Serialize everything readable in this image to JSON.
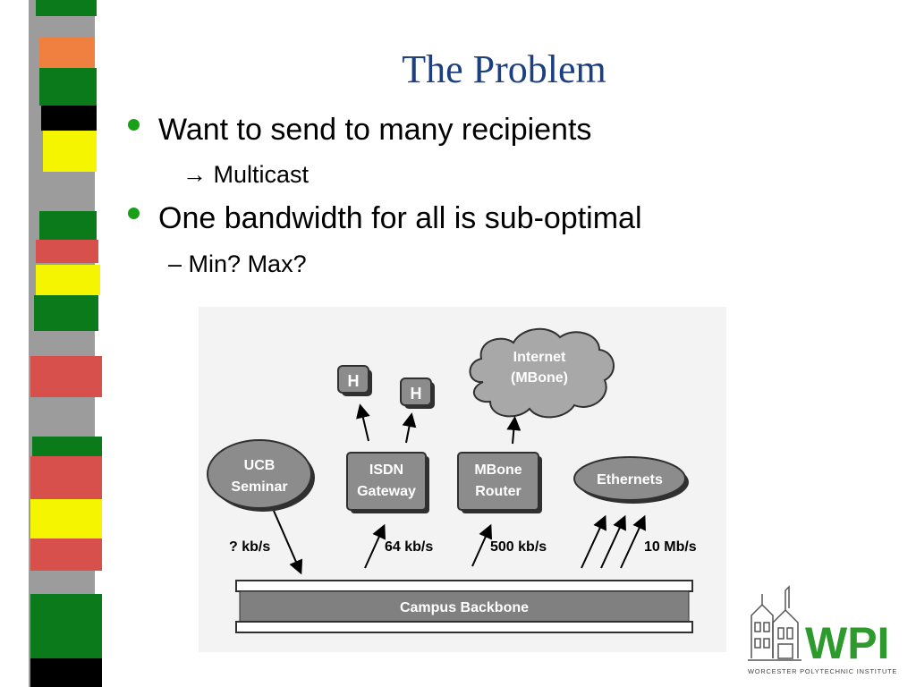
{
  "slide": {
    "title": "The Problem",
    "bullets": [
      {
        "text": "Want to send to many recipients",
        "sub": "Multicast",
        "sub_prefix": "→"
      },
      {
        "text": "One bandwidth for all is sub-optimal",
        "sub": "Min? Max?",
        "sub_prefix": "–"
      }
    ]
  },
  "diagram": {
    "hosts": [
      "H",
      "H"
    ],
    "internet": [
      "Internet",
      "(MBone)"
    ],
    "nodes": {
      "ucb": [
        "UCB",
        "Seminar"
      ],
      "isdn": [
        "ISDN",
        "Gateway"
      ],
      "mbone": [
        "MBone",
        "Router"
      ],
      "ethernets": "Ethernets"
    },
    "rates": {
      "ucb": "? kb/s",
      "isdn": "64 kb/s",
      "mbone": "500 kb/s",
      "ethernets": "10 Mb/s"
    },
    "backbone": "Campus Backbone"
  },
  "logo": {
    "text": "WPI",
    "caption": "WORCESTER POLYTECHNIC INSTITUTE"
  },
  "colors": {
    "title": "#1c3f82",
    "bullet": "#18a018",
    "sidebar_gray": "#9c9c9c",
    "green": "#0a7a1a",
    "red": "#d8504c",
    "yellow": "#f5f500",
    "orange": "#f08040",
    "black": "#000000"
  }
}
